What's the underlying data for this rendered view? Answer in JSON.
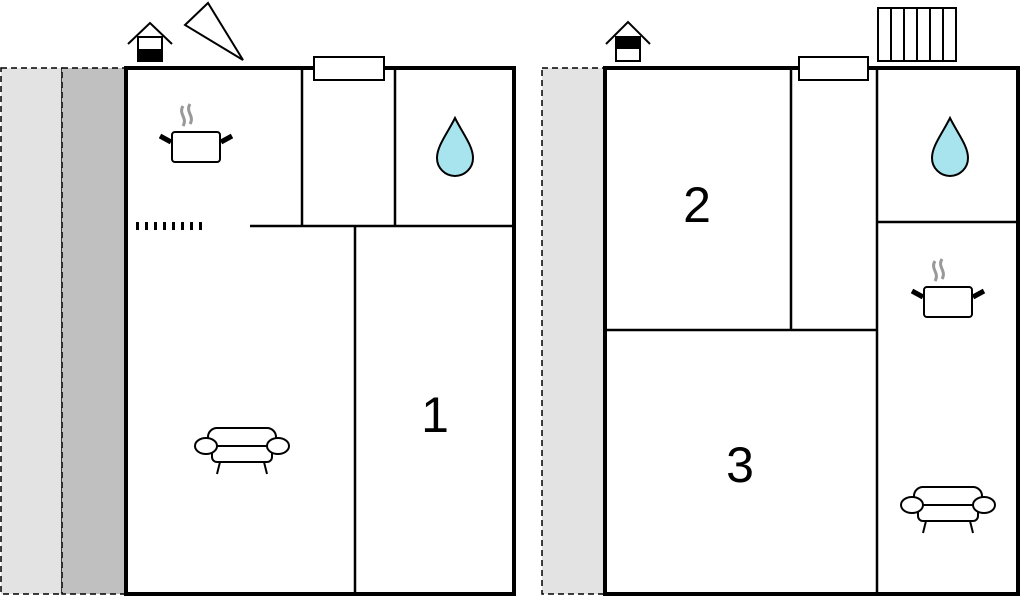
{
  "plans": [
    {
      "name": "floor-plan-left",
      "rooms": [
        {
          "label": "1"
        }
      ]
    },
    {
      "name": "floor-plan-right",
      "rooms": [
        {
          "label": "2"
        },
        {
          "label": "3"
        }
      ]
    }
  ],
  "colors": {
    "wall": "#000000",
    "water": "#a8e4ee",
    "steam": "#999999",
    "strip_light": "#e3e3e3",
    "strip_dark": "#c0c0c0"
  },
  "icons": [
    "house-icon",
    "compass-icon",
    "window-icon",
    "radiator-icon",
    "kitchen-pot-icon",
    "water-drop-icon",
    "sofa-icon",
    "stairs-icon"
  ]
}
